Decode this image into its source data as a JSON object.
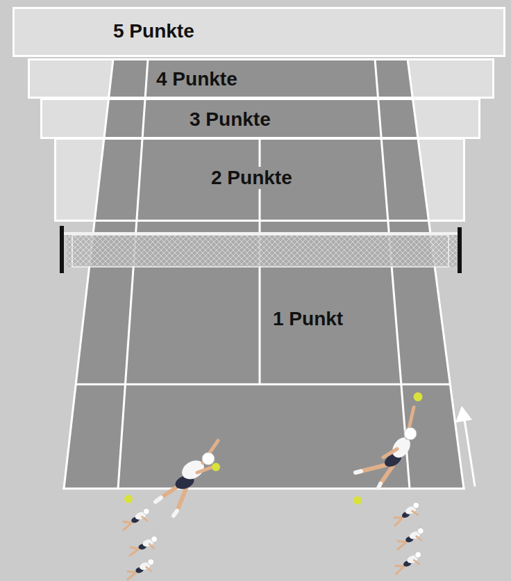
{
  "diagram": {
    "nodes": [
      {
        "text": [
          "5 Punkte"
        ]
      },
      {
        "text": [
          "4 Punkte"
        ]
      },
      {
        "text": [
          "3 Punkte"
        ]
      },
      {
        "text": [
          "2 Punkte"
        ]
      },
      {
        "text": [
          "1 Punkt"
        ]
      }
    ]
  }
}
